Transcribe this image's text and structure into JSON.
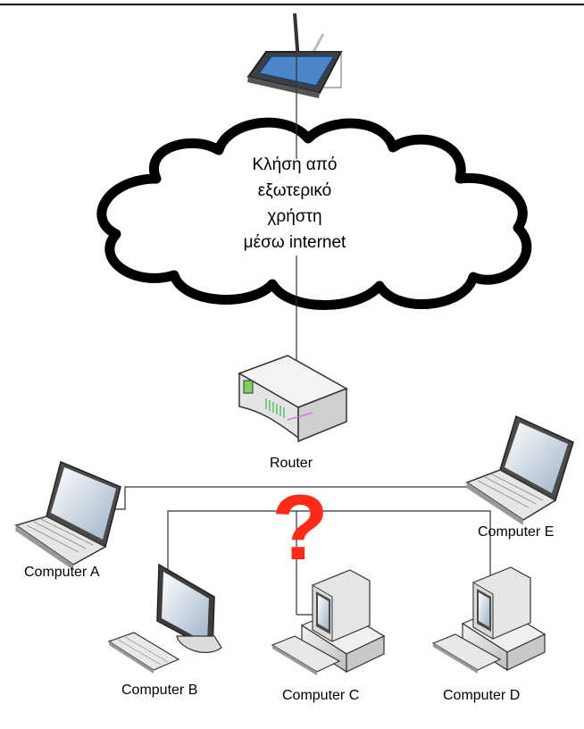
{
  "cloud": {
    "lines": [
      "Κλήση από",
      "εξωτερικό",
      "χρήστη",
      "μέσω internet"
    ]
  },
  "router": {
    "label": "Router"
  },
  "question_mark": {
    "glyph": "?",
    "color": "#ff2a1a"
  },
  "computers": {
    "a": {
      "label": "Computer A"
    },
    "b": {
      "label": "Computer B"
    },
    "c": {
      "label": "Computer C"
    },
    "d": {
      "label": "Computer D"
    },
    "e": {
      "label": "Computer E"
    }
  }
}
